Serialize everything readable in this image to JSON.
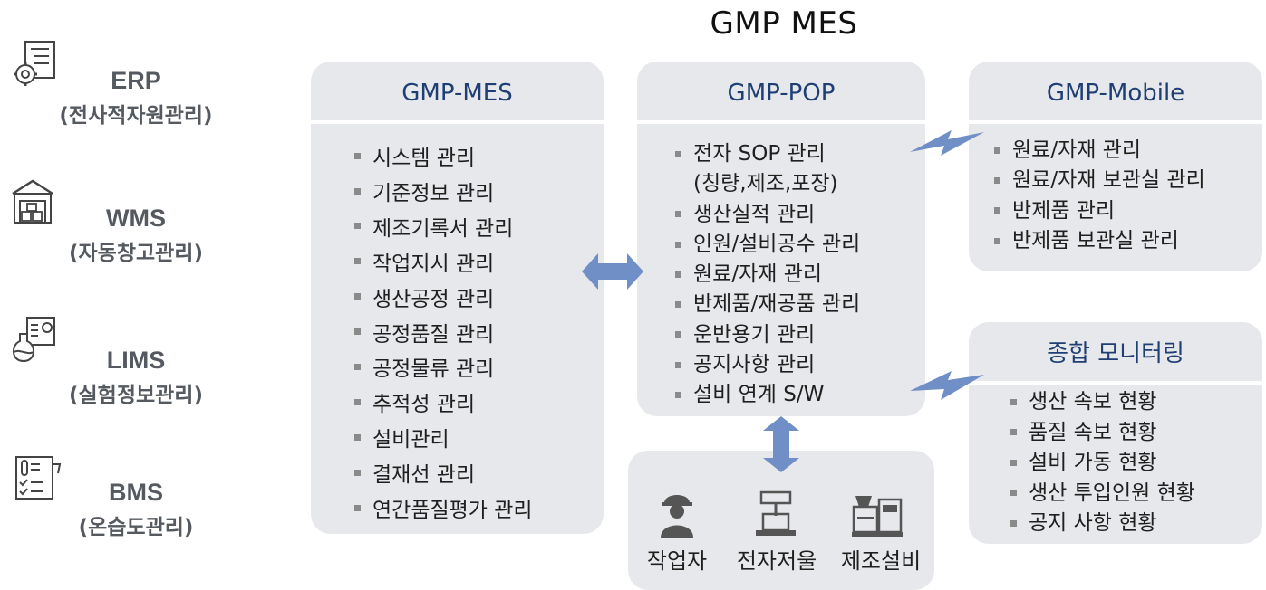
{
  "title": "GMP MES",
  "systems": [
    {
      "name": "ERP",
      "sub": "(전사적자원관리)",
      "icon": "gear-document-icon"
    },
    {
      "name": "WMS",
      "sub": "(자동창고관리)",
      "icon": "warehouse-icon"
    },
    {
      "name": "LIMS",
      "sub": "(실험정보관리)",
      "icon": "flask-document-icon"
    },
    {
      "name": "BMS",
      "sub": "(온습도관리)",
      "icon": "thermometer-checklist-icon"
    }
  ],
  "mes": {
    "title": "GMP-MES",
    "items": [
      "시스템 관리",
      "기준정보 관리",
      "제조기록서 관리",
      "작업지시 관리",
      "생산공정 관리",
      "공정품질 관리",
      "공정물류 관리",
      "추적성 관리",
      "설비관리",
      "결재선 관리",
      "연간품질평가 관리"
    ]
  },
  "pop": {
    "title": "GMP-POP",
    "items": [
      "전자 SOP 관리",
      "(칭량,제조,포장)",
      "생산실적 관리",
      "인원/설비공수 관리",
      "원료/자재 관리",
      "반제품/재공품 관리",
      "운반용기 관리",
      "공지사항 관리",
      "설비 연계 S/W"
    ]
  },
  "mobile": {
    "title": "GMP-Mobile",
    "items": [
      "원료/자재 관리",
      "원료/자재 보관실 관리",
      "반제품 관리",
      "반제품 보관실 관리"
    ]
  },
  "monitor": {
    "title": "종합 모니터링",
    "items": [
      "생산 속보 현황",
      "품질 속보 현황",
      "설비 가동  현황",
      "생산 투입인원 현황",
      "공지 사항 현황"
    ]
  },
  "devices": [
    {
      "label": "작업자",
      "icon": "worker-icon"
    },
    {
      "label": "전자저울",
      "icon": "scale-icon"
    },
    {
      "label": "제조설비",
      "icon": "machine-icon"
    }
  ],
  "colors": {
    "panel": "#e7e8eb",
    "header_text": "#1f3f74",
    "arrow": "#6f8fc6",
    "system_text": "#555a60"
  }
}
